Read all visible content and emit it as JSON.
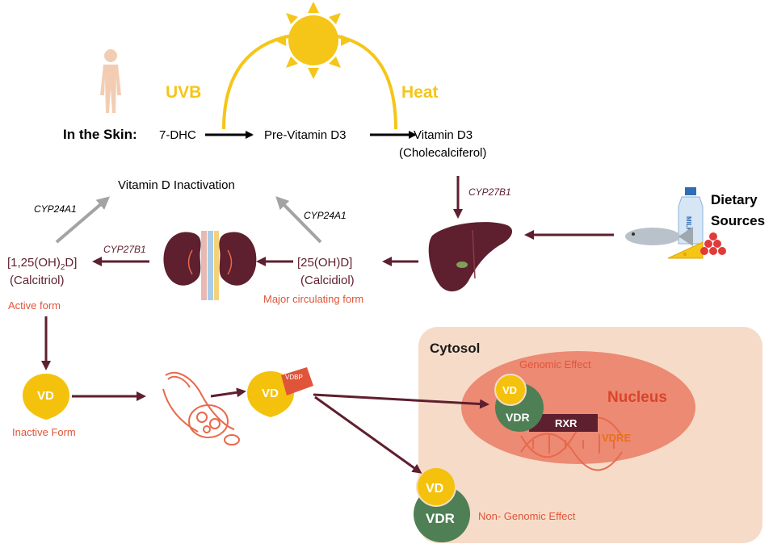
{
  "skin": {
    "label": "In the Skin:",
    "uvb": "UVB",
    "heat": "Heat",
    "seven_dhc": "7-DHC",
    "pre_vitamin_d3": "Pre-Vitamin D3",
    "vitamin_d3": "Vitamin D3",
    "cholecalciferol": "(Cholecalciferol)"
  },
  "enzymes": {
    "liver_enzyme": "CYP27B1",
    "kidney_enzyme": "CYP27B1",
    "inactivation_left": "CYP24A1",
    "inactivation_right": "CYP24A1"
  },
  "inactivation": "Vitamin D Inactivation",
  "dietary": {
    "line1": "Dietary",
    "line2": "Sources",
    "milk_label": "MILK"
  },
  "calcidiol": {
    "formula": "[25(OH)D]",
    "name": "(Calcidiol)",
    "note": "Major circulating form"
  },
  "calcitriol": {
    "formula_pre": "[1,25(OH)",
    "formula_sub": "2",
    "formula_post": "D]",
    "name": "(Calcitriol)",
    "note": "Active form"
  },
  "vd_label": "VD",
  "inactive_form": "Inactive Form",
  "vdbp": "VDBP",
  "cytosol": "Cytosol",
  "nucleus": {
    "label": "Nucleus",
    "genomic_effect": "Genomic Effect",
    "vd": "VD",
    "vdr": "VDR",
    "rxr": "RXR",
    "vdre": "VDRE"
  },
  "non_genomic": {
    "vd": "VD",
    "vdr": "VDR",
    "label": "Non- Genomic Effect"
  },
  "colors": {
    "sun": "#F5C518",
    "maroon": "#5E1F2E",
    "salmon": "#E8694A",
    "cytosol_bg": "#F6DCC8",
    "nucleus_bg": "#EC8A74",
    "vdr_green": "#4E7F55",
    "vd_yellow": "#F4C20D",
    "gray_arrow": "#A3A3A3"
  }
}
